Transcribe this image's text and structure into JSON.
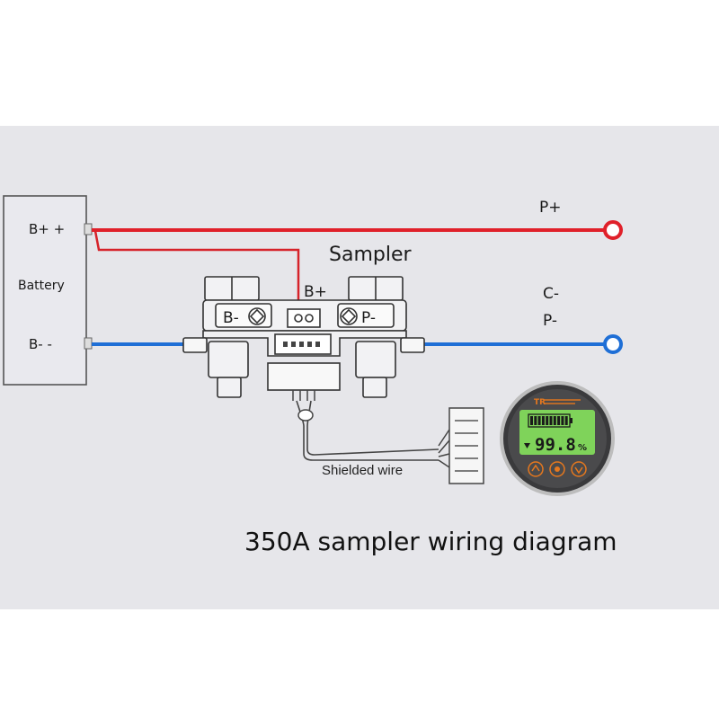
{
  "labels": {
    "battery": "Battery",
    "battery_pos": "B+ +",
    "battery_neg": "B- -",
    "sampler": "Sampler",
    "sampler_bplus": "B+",
    "sampler_bminus": "B-",
    "sampler_pminus": "P-",
    "p_plus": "P+",
    "c_minus": "C-",
    "p_minus": "P-",
    "shielded_wire": "Shielded wire",
    "title": "350A sampler wiring diagram"
  },
  "meter": {
    "logo": "TR",
    "reading": "99.8",
    "unit": "%",
    "battery_level_fraction": 0.95,
    "button_icons": [
      "up-arrow-icon",
      "setting-icon",
      "down-arrow-icon"
    ]
  },
  "colors": {
    "background_panel": "#e6e6ea",
    "positive_wire": "#e0202a",
    "negative_wire": "#1f6fd6",
    "lcd_green": "#7fd35a",
    "meter_orange": "#e6781e"
  }
}
